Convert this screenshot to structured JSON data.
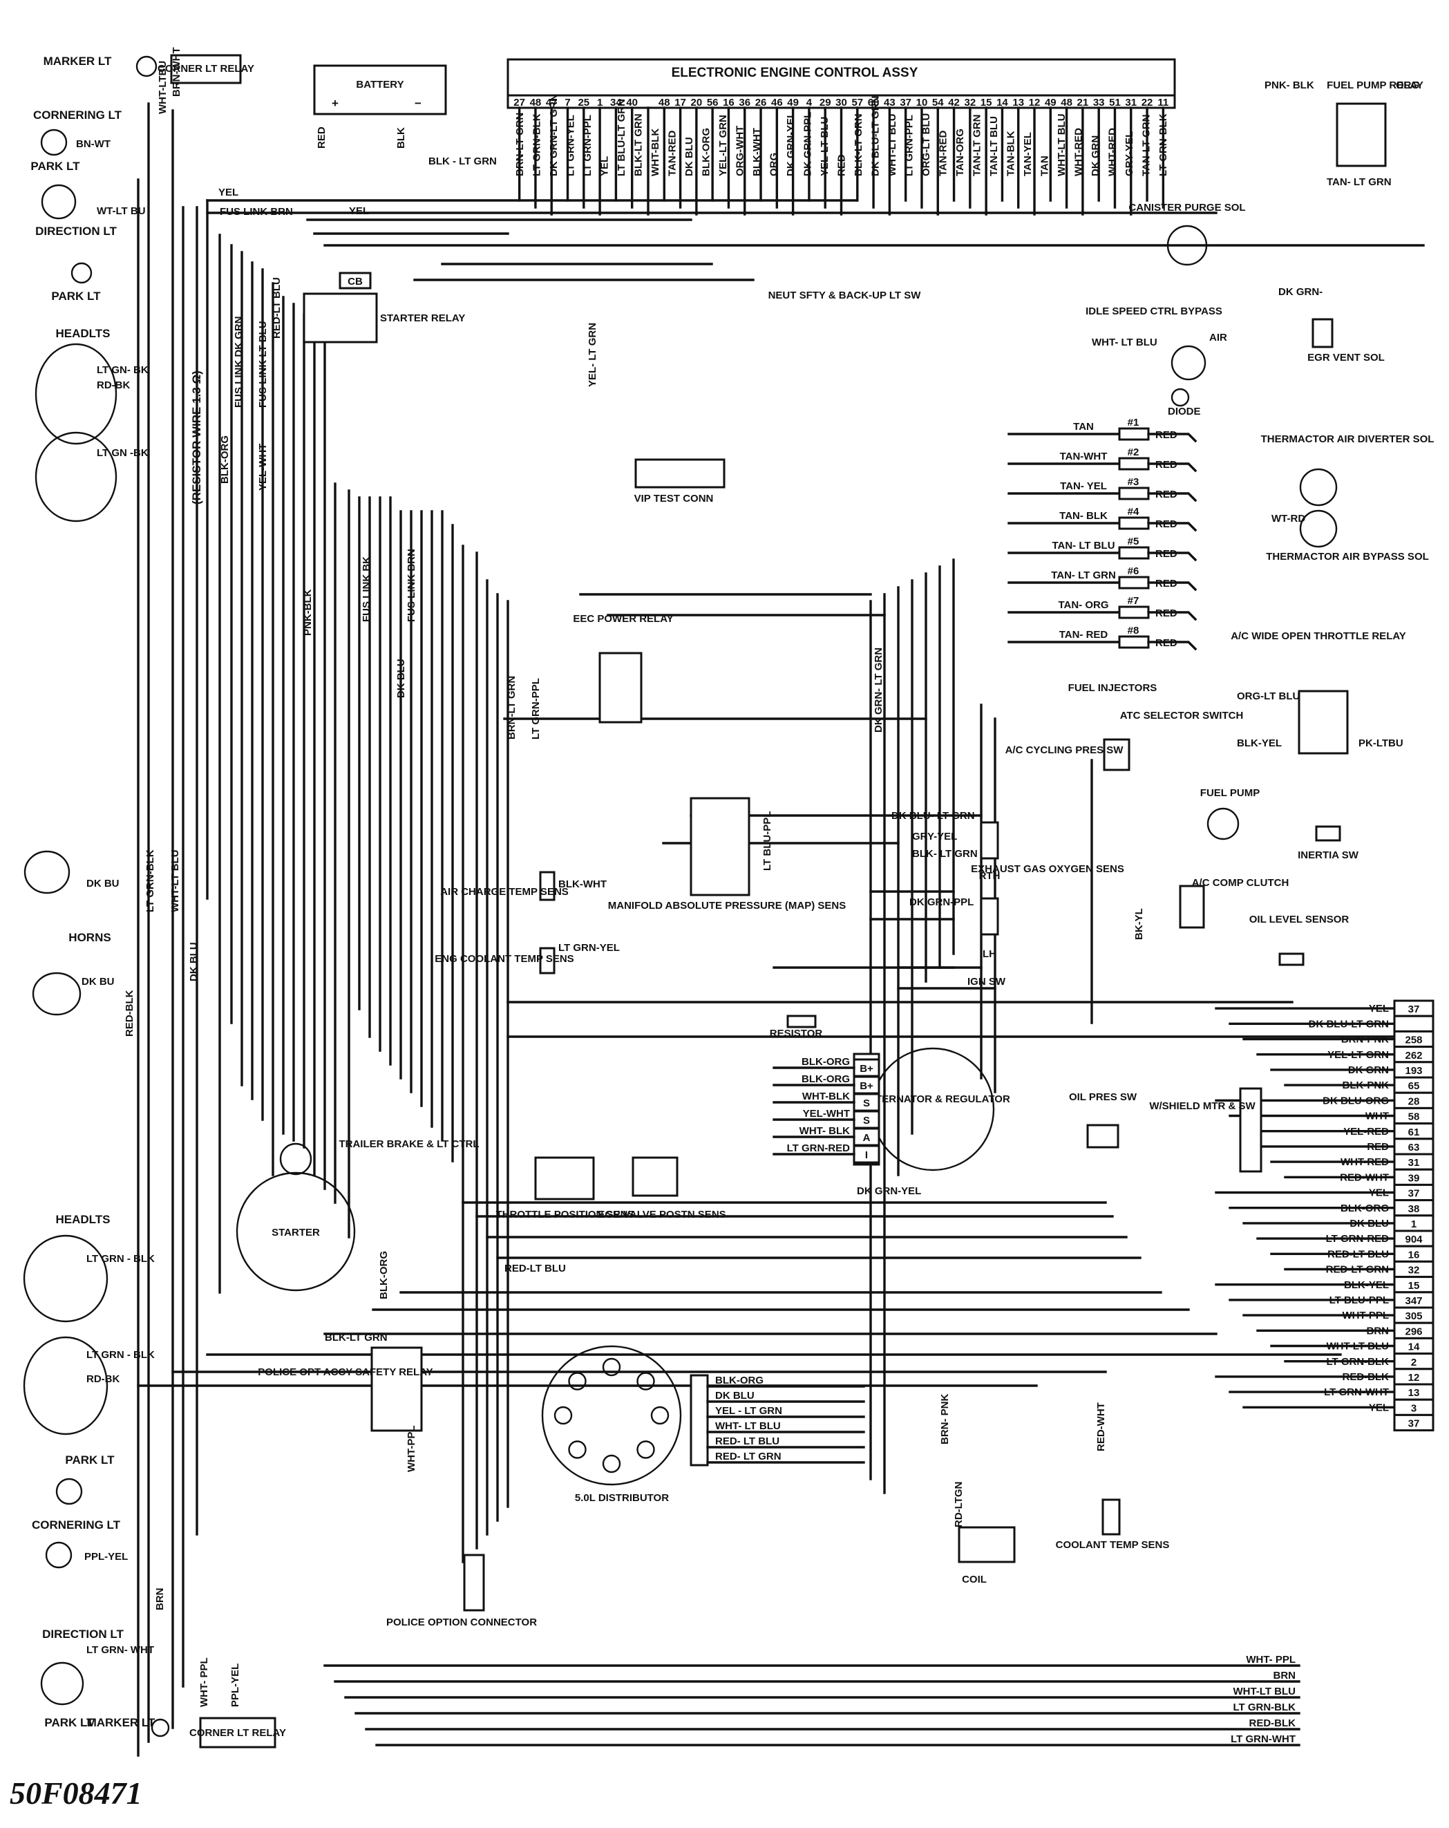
{
  "reference": "50F08471",
  "eec": {
    "title": "ELECTRONIC ENGINE CONTROL ASSY",
    "pins": [
      "27",
      "48",
      "47",
      "7",
      "25",
      "1",
      "34",
      "40",
      "",
      "48",
      "17",
      "20",
      "56",
      "16",
      "36",
      "26",
      "46",
      "49",
      "4",
      "29",
      "30",
      "57",
      "60",
      "43",
      "37",
      "10",
      "54",
      "42",
      "32",
      "15",
      "14",
      "13",
      "12",
      "49",
      "48",
      "21",
      "33",
      "51",
      "31",
      "22",
      "11"
    ],
    "wires": [
      "BRN-LT GRN",
      "LT GRN-BLK",
      "DK GRN-LT GRN",
      "LT GRN-YEL",
      "LT GRN-PPL",
      "YEL",
      "LT BLU-LT GRN",
      "BLK-LT GRN",
      "WHT-BLK",
      "TAN-RED",
      "DK BLU",
      "BLK-ORG",
      "YEL-LT GRN",
      "ORG-WHT",
      "BLK-WHT",
      "ORG",
      "DK GRN-YEL",
      "DK GRN-PPL",
      "YEL-LT BLU",
      "RED",
      "BLK-LT GRN",
      "DK BLU-LT GRN",
      "WHT-LT BLU",
      "LT GRN-PPL",
      "ORG-LT BLU",
      "TAN-RED",
      "TAN-ORG",
      "TAN-LT GRN",
      "TAN-LT BLU",
      "TAN-BLK",
      "TAN-YEL",
      "TAN",
      "WHT-LT BLU",
      "WHT-RED",
      "DK GRN",
      "WHT-RED",
      "GRY-YEL",
      "TAN-LT GRN",
      "LT GRN-BLK"
    ]
  },
  "left_labels": {
    "marker_lt": "MARKER LT",
    "corner_lt_relay": "CORNER LT RELAY",
    "cornering_lt": "CORNERING LT",
    "park_lt": "PARK LT",
    "direction_lt": "DIRECTION LT",
    "headlts": "HEADLTS",
    "horns": "HORNS",
    "resistor_wire": "(RESISTOR WIRE 1.3 Ω)"
  },
  "components": {
    "battery": "BATTERY",
    "starter_relay": "STARTER RELAY",
    "cb": "CB",
    "neut_sfty": "NEUT SFTY & BACK-UP LT SW",
    "vip_test": "VIP TEST CONN",
    "eec_power_relay": "EEC POWER RELAY",
    "air_charge": "AIR CHARGE TEMP SENS",
    "eng_coolant": "ENG COOLANT TEMP SENS",
    "map_sens": "MANIFOLD ABSOLUTE PRESSURE (MAP) SENS",
    "exhaust_oxygen": "EXHAUST GAS OXYGEN SENS",
    "rth": "RTH",
    "lh": "LH",
    "ign_sw": "IGN SW",
    "resistor": "RESISTOR",
    "alternator": "ALTERNATOR & REGULATOR",
    "throttle_pos": "THROTTLE POSITION SENS",
    "egr_valve": "EGR VALVE POSTN SENS",
    "starter": "STARTER",
    "trailer_brake": "TRAILER BRAKE & LT CTRL",
    "police_relay": "POLICE OPT ACCY SAFETY RELAY",
    "police_conn": "POLICE OPTION CONNECTOR",
    "distributor": "5.0L DISTRIBUTOR",
    "coil": "COIL",
    "coolant_temp": "COOLANT TEMP SENS",
    "oil_pres": "OIL PRES SW",
    "wshield": "W/SHIELD MTR & SW",
    "fuel_pump_relay": "FUEL PUMP RELAY",
    "canister": "CANISTER PURGE SOL",
    "egr_vent": "EGR VENT SOL",
    "idle_speed": "IDLE SPEED CTRL BYPASS",
    "air": "AIR",
    "diode": "DIODE",
    "thermactor_div": "THERMACTOR AIR DIVERTER SOL",
    "thermactor_byp": "THERMACTOR AIR BYPASS SOL",
    "fuel_injectors": "FUEL INJECTORS",
    "ac_wot": "A/C WIDE OPEN THROTTLE RELAY",
    "atc_selector": "ATC SELECTOR SWITCH",
    "ac_cycling": "A/C CYCLING PRES SW",
    "fuel_pump": "FUEL PUMP",
    "inertia": "INERTIA SW",
    "ac_comp": "A/C COMP CLUTCH",
    "oil_level": "OIL LEVEL SENSOR"
  },
  "injectors": [
    {
      "num": "#1",
      "wire": "TAN"
    },
    {
      "num": "#2",
      "wire": "TAN-WHT"
    },
    {
      "num": "#3",
      "wire": "TAN- YEL"
    },
    {
      "num": "#4",
      "wire": "TAN- BLK"
    },
    {
      "num": "#5",
      "wire": "TAN- LT BLU"
    },
    {
      "num": "#6",
      "wire": "TAN- LT GRN"
    },
    {
      "num": "#7",
      "wire": "TAN- ORG"
    },
    {
      "num": "#8",
      "wire": "TAN- RED"
    }
  ],
  "connector_right": [
    {
      "wire": "YEL",
      "pin": "37"
    },
    {
      "wire": "DK BLU-LT GRN",
      "pin": ""
    },
    {
      "wire": "BRN-PNK",
      "pin": "258"
    },
    {
      "wire": "YEL-LT GRN",
      "pin": "262"
    },
    {
      "wire": "DK GRN",
      "pin": "193"
    },
    {
      "wire": "BLK-PNK",
      "pin": "65"
    },
    {
      "wire": "DK BLU-ORG",
      "pin": "28"
    },
    {
      "wire": "WHT",
      "pin": "58"
    },
    {
      "wire": "YEL-RED",
      "pin": "61"
    },
    {
      "wire": "RED",
      "pin": "63"
    },
    {
      "wire": "WHT-RED",
      "pin": "31"
    },
    {
      "wire": "RED-WHT",
      "pin": "39"
    },
    {
      "wire": "YEL",
      "pin": "37"
    },
    {
      "wire": "BLK-ORG",
      "pin": "38"
    },
    {
      "wire": "DK BLU",
      "pin": "1"
    },
    {
      "wire": "LT GRN-RED",
      "pin": "904"
    },
    {
      "wire": "RED-LT BLU",
      "pin": "16"
    },
    {
      "wire": "RED-LT GRN",
      "pin": "32"
    },
    {
      "wire": "BLK-YEL",
      "pin": "15"
    },
    {
      "wire": "LT BLU-PPL",
      "pin": "347"
    },
    {
      "wire": "WHT-PPL",
      "pin": "305"
    },
    {
      "wire": "BRN",
      "pin": "296"
    },
    {
      "wire": "WHT-LT BLU",
      "pin": "14"
    },
    {
      "wire": "LT GRN-BLK",
      "pin": "2"
    },
    {
      "wire": "RED-BLK",
      "pin": "12"
    },
    {
      "wire": "LT GRN-WHT",
      "pin": "13"
    },
    {
      "wire": "YEL",
      "pin": "3"
    },
    {
      "wire": "",
      "pin": "37"
    }
  ],
  "bottom_wires": [
    "WHT- PPL",
    "BRN",
    "WHT-LT BLU",
    "LT GRN-BLK",
    "RED-BLK",
    "LT GRN-WHT"
  ],
  "alt_terminals": [
    "B+",
    "B+",
    "S",
    "S",
    "A",
    "I"
  ],
  "alt_wires": [
    "BLK-ORG",
    "BLK-ORG",
    "WHT-BLK",
    "YEL-WHT",
    "WHT- BLK",
    "LT GRN-RED"
  ],
  "dist_wires": [
    "BLK-ORG",
    "DK BLU",
    "YEL - LT GRN",
    "WHT- LT BLU",
    "RED- LT BLU",
    "RED- LT GRN"
  ],
  "wire_labels": {
    "red": "RED",
    "blk": "BLK",
    "yel": "YEL",
    "brn": "BRN",
    "blk_lt_grn": "BLK - LT GRN",
    "fus_link_brn": "FUS LINK BRN",
    "fus_link_dk_grn": "FUS LINK DK GRN",
    "fus_link_lt_blu": "FUS LINK LT BLU",
    "fus_link_bk": "FUS LINK BK",
    "fus_link_brn2": "FUS LINK BRN",
    "blk_org": "BLK-ORG",
    "yel_wht": "YEL-WHT",
    "red_lt_blu": "RED-LT BLU",
    "yel_lt_grn": "YEL- LT GRN",
    "pnk_blk": "PNK-BLK",
    "dk_blu": "DK BLU",
    "lt_grn_blk": "LT GRN-BLK",
    "wht_lt_blu": "WHT-LT BLU",
    "red_blk": "RED-BLK",
    "dk_bu": "DK BU",
    "lt_gn_bk": "LT GN- BK",
    "rd_bk": "RD-BK",
    "bn_wt": "BN-WT",
    "wt_lt_bu": "WT-LT BU",
    "ppl_yel": "PPL-YEL",
    "lt_grn_wht": "LT GRN- WHT",
    "brn_lt_grn": "BRN - LT GRN",
    "red_lt_grn": "RED- LT GRN",
    "lt_grn_ppl": "LT GRN-PPL",
    "blk_wht": "BLK-WHT",
    "lt_grn_yel": "LT GRN-YEL",
    "dk_blu_lt_grn": "DK BLU- LT GRN",
    "gry_yel": "GRY-YEL",
    "blk_lt_grn2": "BLK- LT GRN",
    "dk_grn_ppl": "DK GRN-PPL",
    "dk_grn_yel": "DK GRN-YEL",
    "lt_blu_ppl": "LT BLU-PPL",
    "org_lt_blu": "ORG-LT BLU",
    "blk_yel": "BLK-YEL",
    "pk_ltbu": "PK-LTBU",
    "pnk_blk2": "PNK- BLK",
    "org": "ORG",
    "tan_lt_grn": "TAN- LT GRN",
    "dk_grn": "DK GRN-",
    "wht_lt_blu2": "WHT- LT BLU",
    "wt_rd": "WT-RD",
    "bk_yl": "BK-YL",
    "red_wht": "RED-WHT",
    "brn_pnk": "BRN- PNK",
    "rd_ltgn": "RD-LTGN",
    "wht_ppl": "WHT-PPL",
    "blk_orgb": "BLK-ORG",
    "dk_grn_lt_grn": "DK GRN- LT GRN",
    "lt_gn_bk2": "LT GN -BK",
    "brn_wht": "BRN-WHT",
    "wht_ltbu": "WHT-LTBU",
    "wht_ppl2": "WHT- PPL",
    "ppl_yel2": "PPL-YEL",
    "lt_grn_blk2": "LT GRN - BLK",
    "lt_grn_blk3": "LT GRN - BLK",
    "dk_blu2": "DK BLU",
    "blk_lt_grn3": "BLK-LT GRN",
    "red_lt_blu2": "RED-LT BLU",
    "lt_blu_ppl2": "LT BLU-PPL",
    "dk_grn_yel2": "DK GRN-YEL",
    "brn_lt_grn2": "BRN-LT GRN",
    "blk_orgc": "BLK-ORG"
  }
}
